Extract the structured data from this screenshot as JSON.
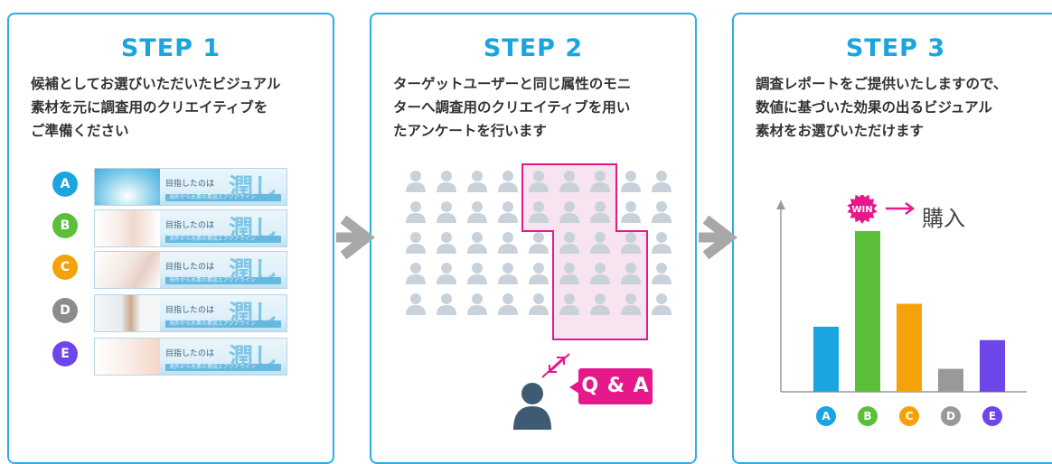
{
  "steps": [
    {
      "title": "STEP 1",
      "lines": [
        "候補としてお選びいただいたビジュアル",
        "素材を元に調査用のクリエイティブを",
        "ご準備ください"
      ]
    },
    {
      "title": "STEP 2",
      "lines": [
        "ターゲットユーザーと同じ属性のモニ",
        "ターへ調査用のクリエイティブを用い",
        "たアンケートを行います"
      ]
    },
    {
      "title": "STEP 3",
      "lines": [
        "調査レポートをご提供いたしますので、",
        "数値に基づいた効果の出るビジュアル",
        "素材をお選びいただけます"
      ]
    }
  ],
  "options": [
    {
      "label": "A",
      "color": "#1aa5e0",
      "image": "water-drop"
    },
    {
      "label": "B",
      "color": "#5cbf3a",
      "image": "woman-face"
    },
    {
      "label": "C",
      "color": "#f5a20a",
      "image": "hands-lotion"
    },
    {
      "label": "D",
      "color": "#8c8c8c",
      "image": "woman-white-coat"
    },
    {
      "label": "E",
      "color": "#6e45e8",
      "image": "woman-illustration"
    }
  ],
  "banner": {
    "text": "目指したのは",
    "big": "潤し",
    "sub": "海外から水素の素肌とアクアライン"
  },
  "qa_label": "Q & A",
  "win_label": "WIN",
  "purchase_label": "購入",
  "chart_data": {
    "type": "bar",
    "categories": [
      "A",
      "B",
      "C",
      "D",
      "E"
    ],
    "values": [
      68,
      168,
      92,
      24,
      54
    ],
    "colors": [
      "#1aa5e0",
      "#5cbf3a",
      "#f5a20a",
      "#999999",
      "#6e45e8"
    ],
    "ylim": [
      0,
      200
    ],
    "winner": "B"
  }
}
